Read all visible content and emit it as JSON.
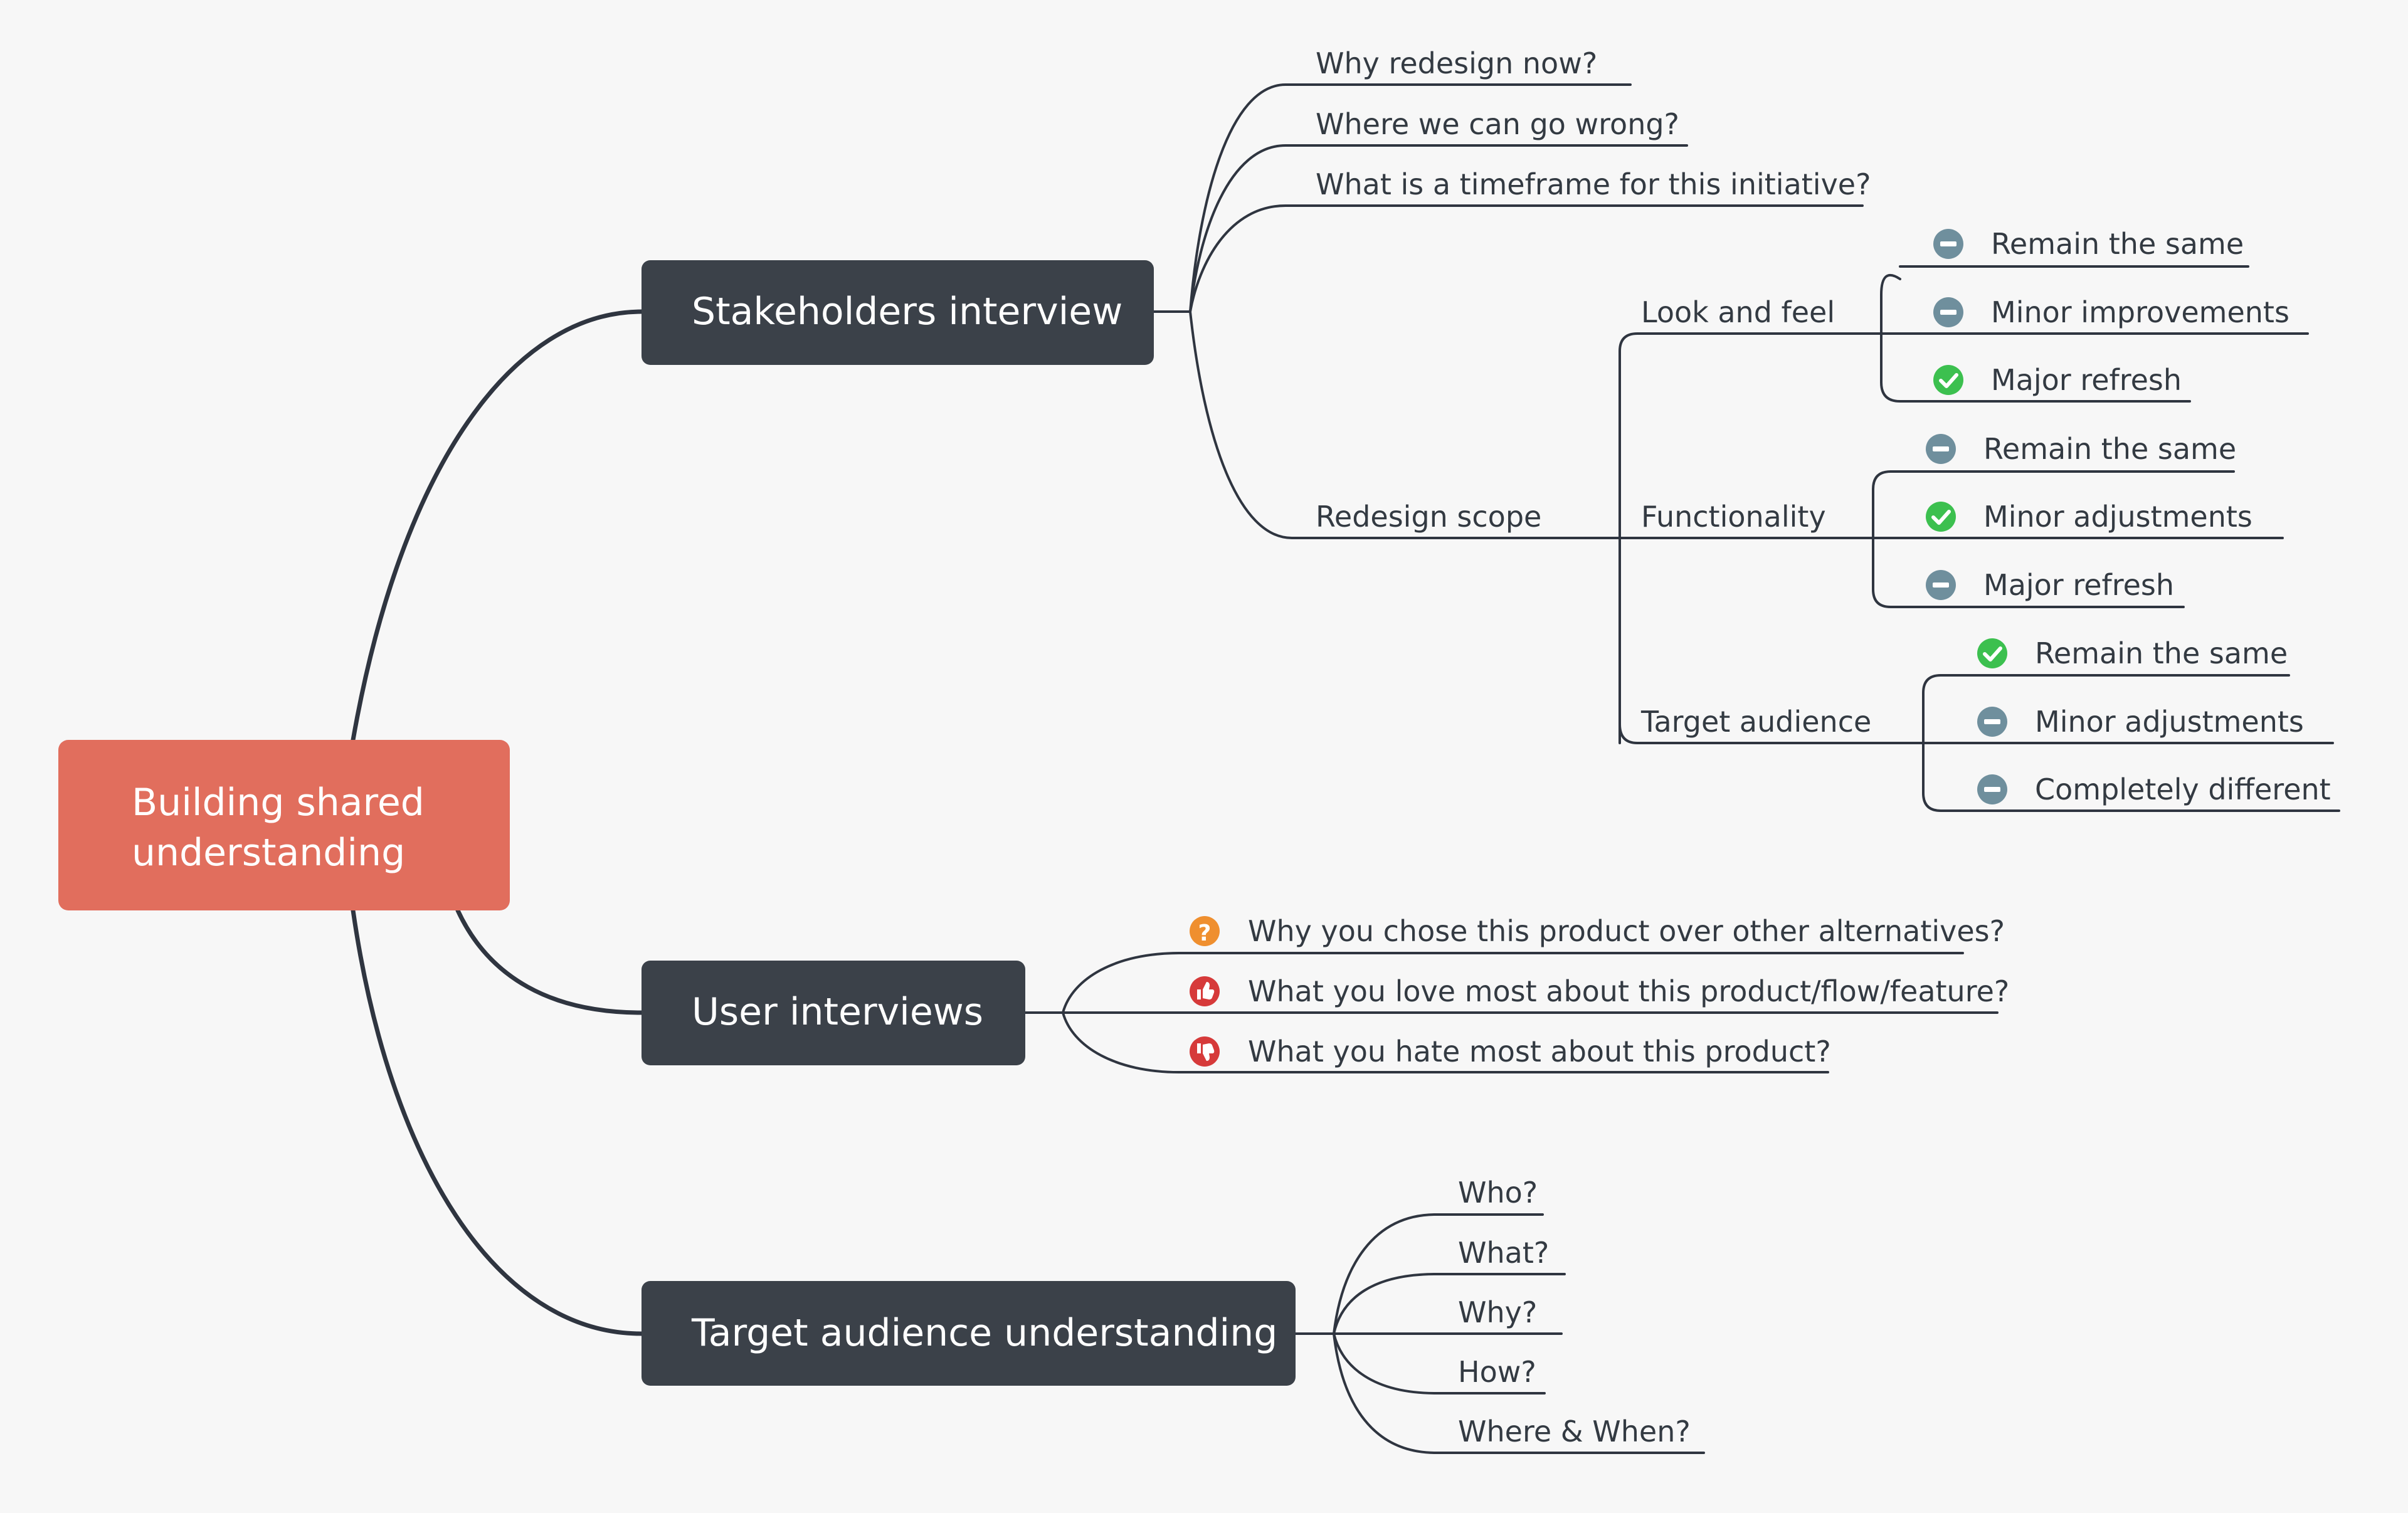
{
  "colors": {
    "background": "#f7f7f7",
    "root": "#e16e5d",
    "topic": "#3b4149",
    "line": "#2f3540",
    "text": "#333a42",
    "neutral_icon": "#6f8f9d",
    "check_icon": "#3cc04f",
    "question_icon": "#ef8f2f",
    "like_icon": "#d63a3a",
    "dislike_icon": "#d63a3a"
  },
  "root": {
    "line1": "Building shared",
    "line2": "understanding"
  },
  "topics": {
    "stakeholders": "Stakeholders interview",
    "user_interviews": "User interviews",
    "target_audience": "Target audience understanding"
  },
  "stakeholders": {
    "questions": [
      "Why redesign now?",
      "Where we can go wrong?",
      "What is a timeframe for this initiative?"
    ],
    "redesign_scope": "Redesign scope",
    "look_and_feel": {
      "label": "Look and feel",
      "options": [
        {
          "label": "Remain the same",
          "icon": "minus-icon"
        },
        {
          "label": "Minor improvements",
          "icon": "minus-icon"
        },
        {
          "label": "Major refresh",
          "icon": "check-icon"
        }
      ]
    },
    "functionality": {
      "label": "Functionality",
      "options": [
        {
          "label": "Remain the same",
          "icon": "minus-icon"
        },
        {
          "label": "Minor adjustments",
          "icon": "check-icon"
        },
        {
          "label": "Major refresh",
          "icon": "minus-icon"
        }
      ]
    },
    "target_audience": {
      "label": "Target audience",
      "options": [
        {
          "label": "Remain the same",
          "icon": "check-icon"
        },
        {
          "label": "Minor adjustments",
          "icon": "minus-icon"
        },
        {
          "label": "Completely different",
          "icon": "minus-icon"
        }
      ]
    }
  },
  "user_interviews": [
    {
      "label": "Why you chose this product over other alternatives?",
      "icon": "question-icon"
    },
    {
      "label": "What you love most about this product/flow/feature?",
      "icon": "thumbs-up-icon"
    },
    {
      "label": "What you hate most about this product?",
      "icon": "thumbs-down-icon"
    }
  ],
  "target_audience_questions": [
    "Who?",
    "What?",
    "Why?",
    "How?",
    "Where & When?"
  ]
}
